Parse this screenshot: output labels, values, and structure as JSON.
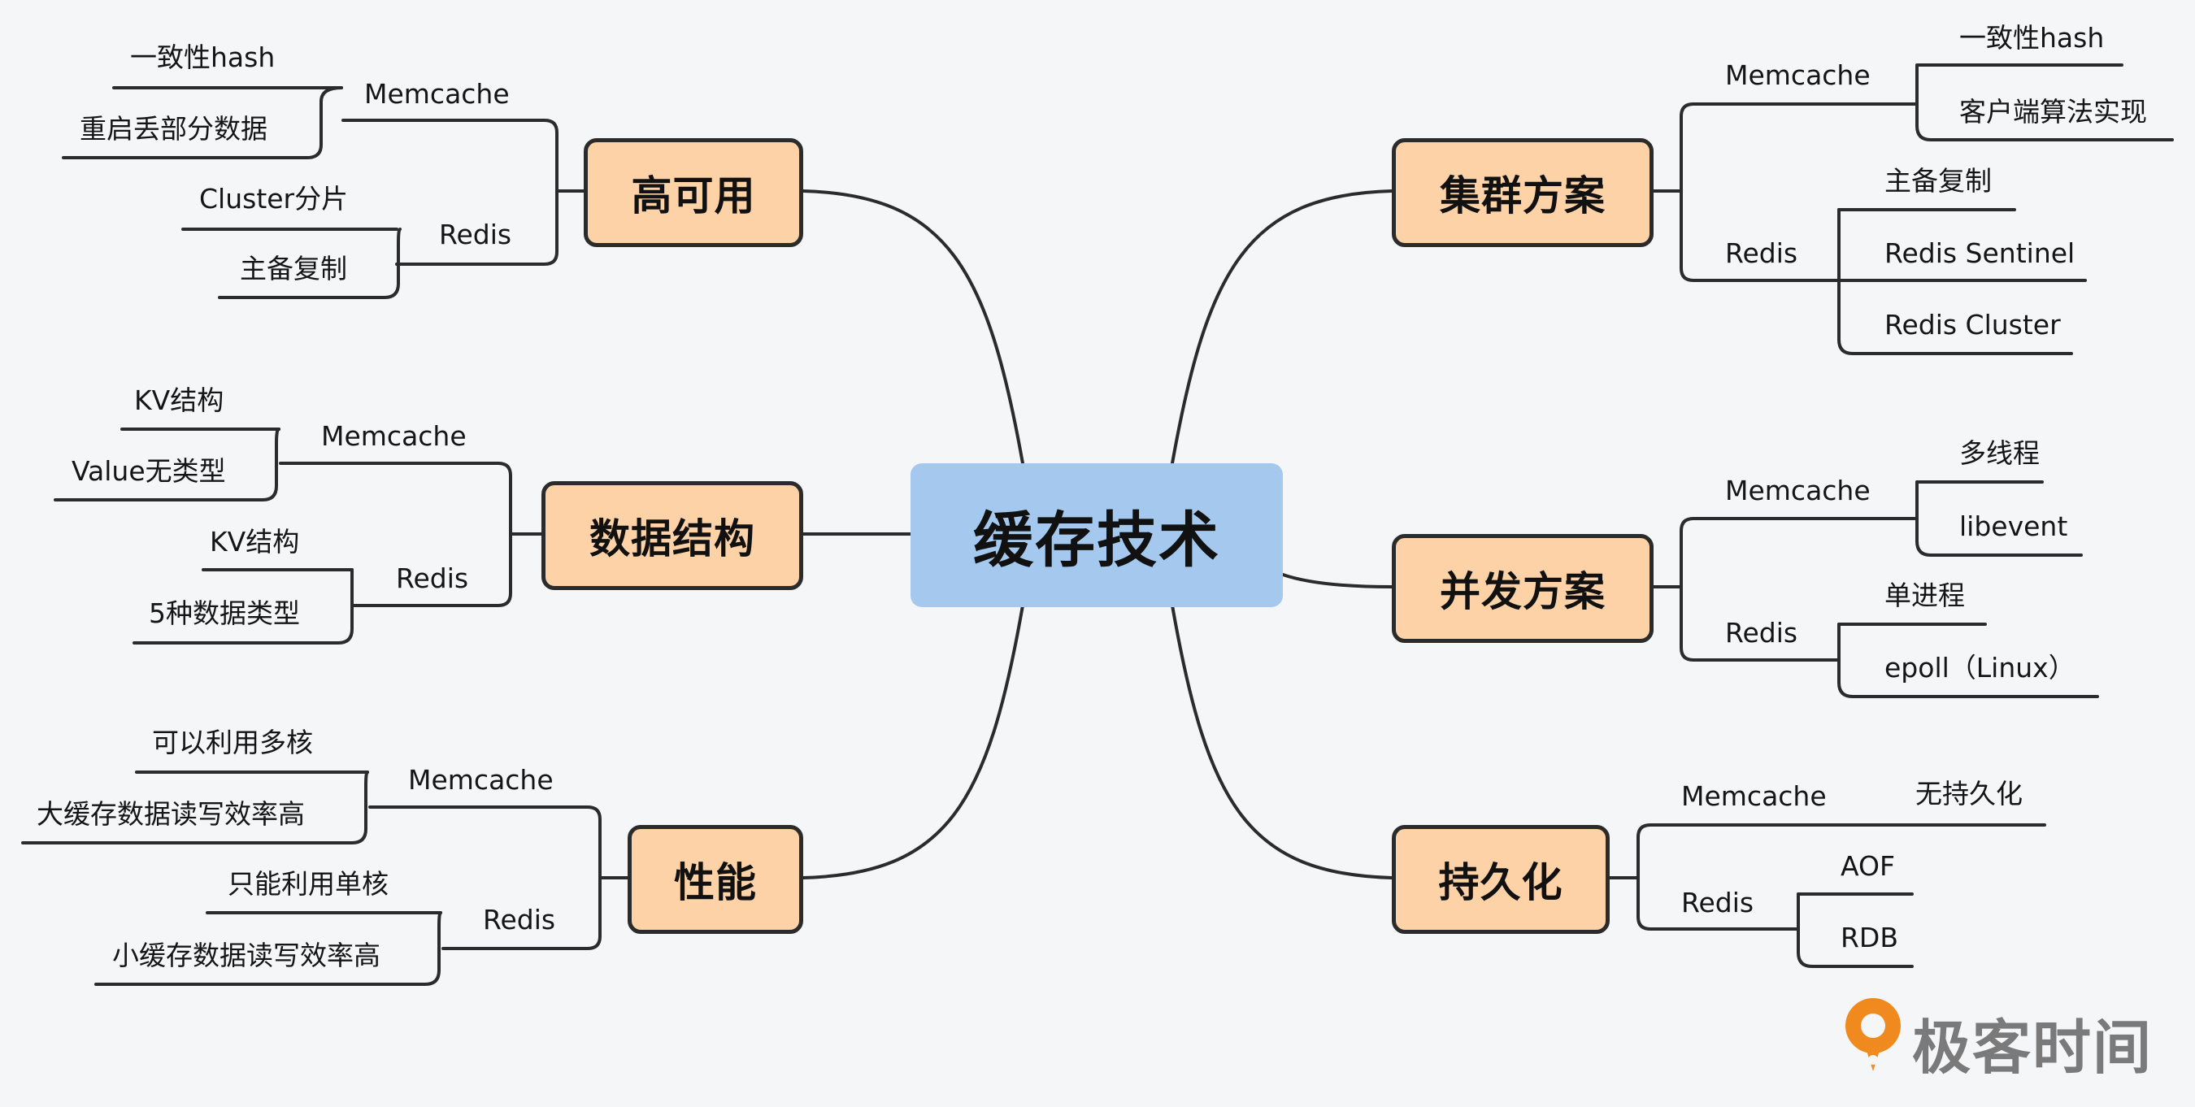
{
  "center": "缓存技术",
  "categories": {
    "availability": "高可用",
    "datastruct": "数据结构",
    "performance": "性能",
    "cluster": "集群方案",
    "concurrency": "并发方案",
    "persistence": "持久化"
  },
  "labels": {
    "memcache": "Memcache",
    "redis": "Redis"
  },
  "leaves": {
    "availability": {
      "memcache": [
        "一致性hash",
        "重启丢部分数据"
      ],
      "redis": [
        "Cluster分片",
        "主备复制"
      ]
    },
    "datastruct": {
      "memcache": [
        "KV结构",
        "Value无类型"
      ],
      "redis": [
        "KV结构",
        "5种数据类型"
      ]
    },
    "performance": {
      "memcache": [
        "可以利用多核",
        "大缓存数据读写效率高"
      ],
      "redis": [
        "只能利用单核",
        "小缓存数据读写效率高"
      ]
    },
    "cluster": {
      "memcache": [
        "一致性hash",
        "客户端算法实现"
      ],
      "redis": [
        "主备复制",
        "Redis Sentinel",
        "Redis Cluster"
      ]
    },
    "concurrency": {
      "memcache": [
        "多线程",
        "libevent"
      ],
      "redis": [
        "单进程",
        "epoll（Linux）"
      ]
    },
    "persistence": {
      "memcache": [
        "无持久化"
      ],
      "redis": [
        "AOF",
        "RDB"
      ]
    }
  },
  "logo": {
    "text": "极客时间",
    "colors": {
      "orange": "#f08a1e",
      "gray": "#7a7a7a"
    }
  },
  "colors": {
    "background": "#f5f6f8",
    "center_fill": "#a5c9ee",
    "category_fill": "#fdd2a6",
    "line": "#2b2b2b"
  }
}
